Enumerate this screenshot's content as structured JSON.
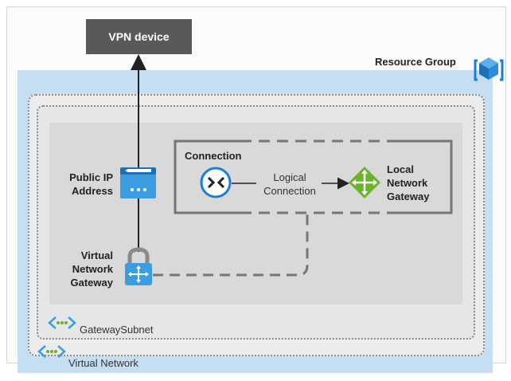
{
  "vpn_device": {
    "label": "VPN device"
  },
  "resource_group": {
    "label": "Resource Group"
  },
  "public_ip": {
    "line1": "Public IP",
    "line2": "Address"
  },
  "vnet_gateway": {
    "line1": "Virtual",
    "line2": "Network",
    "line3": "Gateway"
  },
  "connection": {
    "title": "Connection",
    "logical_line1": "Logical",
    "logical_line2": "Connection"
  },
  "local_gateway": {
    "line1": "Local",
    "line2": "Network",
    "line3": "Gateway"
  },
  "gateway_subnet": {
    "label": "GatewaySubnet"
  },
  "virtual_network": {
    "label": "Virtual Network"
  },
  "colors": {
    "resource_group_bg": "#c6def2",
    "vpn_device_bg": "#595959",
    "connection_icon": "#1a7fd4",
    "local_gateway_icon": "#6ab42d",
    "public_ip_icon": "#3c9ee0"
  },
  "icons": [
    "resource-group-icon",
    "public-ip-icon",
    "connection-icon",
    "local-gateway-icon",
    "vnet-gateway-icon",
    "subnet-icon",
    "virtual-network-icon"
  ]
}
